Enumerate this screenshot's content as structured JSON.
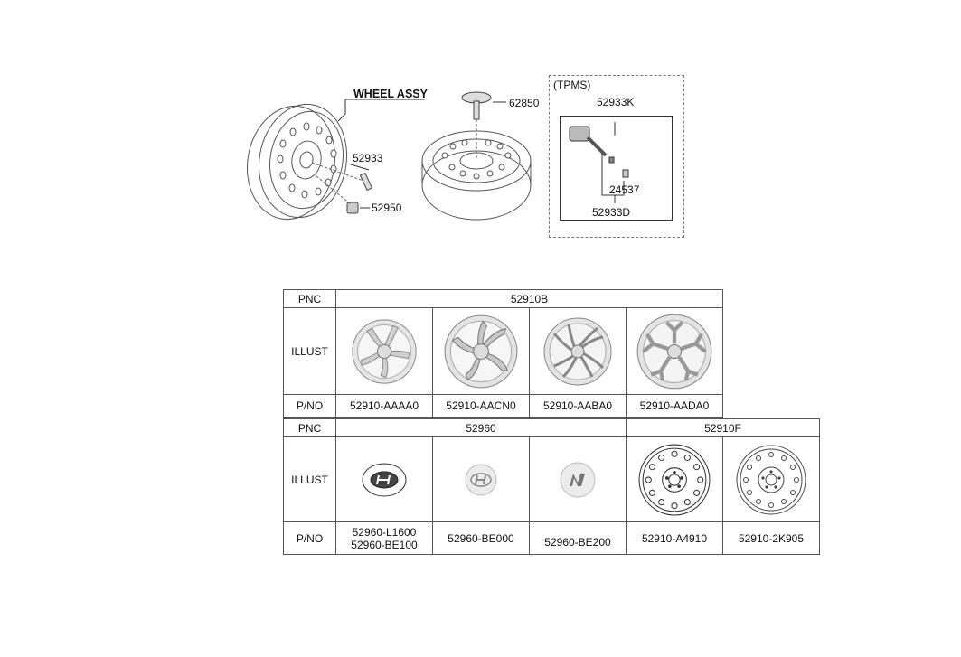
{
  "diagram": {
    "wheel_assy_label": "WHEEL ASSY",
    "part_52933": "52933",
    "part_52950": "52950",
    "part_62850": "62850",
    "tpms_label": "(TPMS)",
    "part_52933K": "52933K",
    "part_24537": "24537",
    "part_52933D": "52933D"
  },
  "table1": {
    "pnc_label": "PNC",
    "pnc_value": "52910B",
    "illust_label": "ILLUST",
    "pno_label": "P/NO",
    "parts": [
      "52910-AAAA0",
      "52910-AACN0",
      "52910-AABA0",
      "52910-AADA0"
    ],
    "illust_icons": [
      "alloy-wheel-5-spoke-icon",
      "alloy-wheel-twisted-spoke-icon",
      "alloy-wheel-split-spoke-icon",
      "alloy-wheel-y-spoke-icon"
    ]
  },
  "table2": {
    "pnc_label": "PNC",
    "pnc_value_a": "52960",
    "pnc_value_b": "52910F",
    "illust_label": "ILLUST",
    "pno_label": "P/NO",
    "parts": [
      {
        "line1": "52960-L1600",
        "line2": "52960-BE100"
      },
      {
        "line1": "52960-BE000",
        "line2": ""
      },
      {
        "line1": "52960-BE200",
        "line2": ""
      },
      {
        "line1": "52910-A4910",
        "line2": ""
      },
      {
        "line1": "52910-2K905",
        "line2": ""
      }
    ],
    "illust_icons": [
      "hub-cap-hyundai-logo-icon",
      "hub-cap-hyundai-silver-icon",
      "hub-cap-n-logo-icon",
      "steel-wheel-icon",
      "steel-wheel-icon"
    ]
  }
}
